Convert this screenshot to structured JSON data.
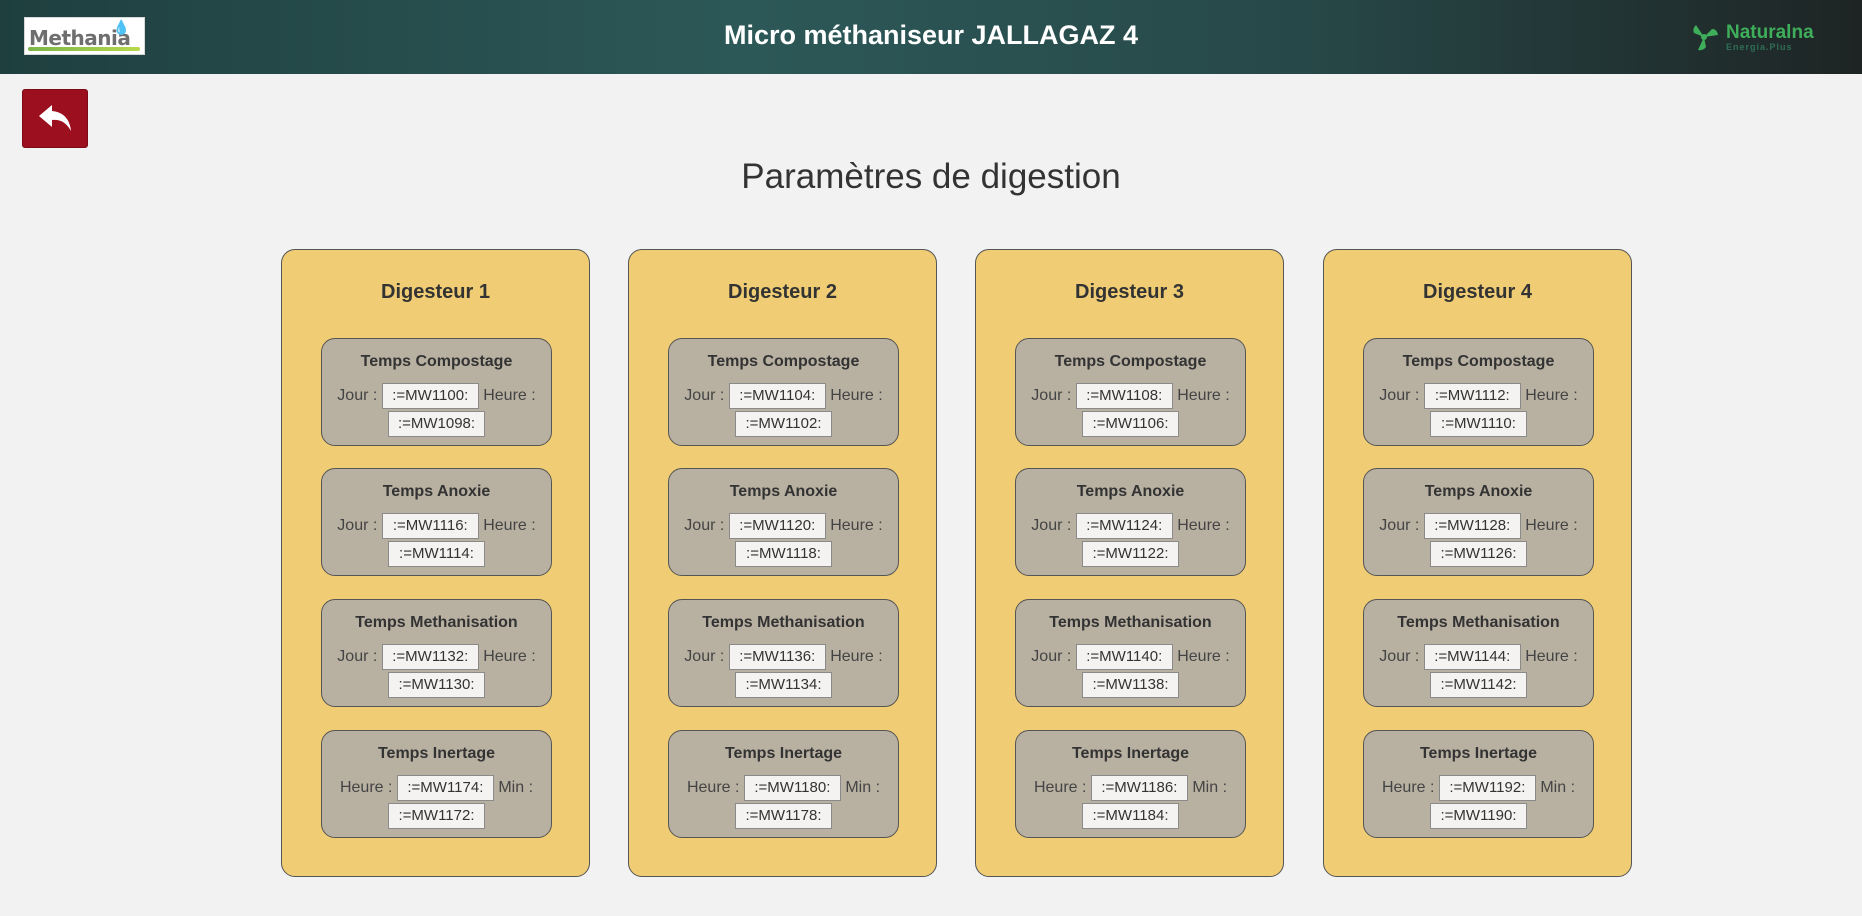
{
  "header": {
    "title": "Micro méthaniseur JALLAGAZ 4",
    "left_logo": {
      "name": "methania-logo",
      "text": "Methania"
    },
    "right_logo": {
      "name": "naturalna-logo",
      "brand": "Naturalna",
      "tagline": "Energia.Plus"
    },
    "accent_color": "#3fae5a"
  },
  "back_button": {
    "icon": "back-arrow-icon",
    "color": "#9c0f1f"
  },
  "page_title": "Paramètres de digestion",
  "digesters": [
    {
      "title": "Digesteur 1",
      "params": [
        {
          "title": "Temps Compostage",
          "label1": "Jour :",
          "value1": ":=MW1100:",
          "label2": "Heure :",
          "value2": ":=MW1098:"
        },
        {
          "title": "Temps Anoxie",
          "label1": "Jour :",
          "value1": ":=MW1116:",
          "label2": "Heure :",
          "value2": ":=MW1114:"
        },
        {
          "title": "Temps Methanisation",
          "label1": "Jour :",
          "value1": ":=MW1132:",
          "label2": "Heure :",
          "value2": ":=MW1130:"
        },
        {
          "title": "Temps Inertage",
          "label1": "Heure :",
          "value1": ":=MW1174:",
          "label2": "Min :",
          "value2": ":=MW1172:"
        }
      ]
    },
    {
      "title": "Digesteur 2",
      "params": [
        {
          "title": "Temps Compostage",
          "label1": "Jour :",
          "value1": ":=MW1104:",
          "label2": "Heure :",
          "value2": ":=MW1102:"
        },
        {
          "title": "Temps Anoxie",
          "label1": "Jour :",
          "value1": ":=MW1120:",
          "label2": "Heure :",
          "value2": ":=MW1118:"
        },
        {
          "title": "Temps Methanisation",
          "label1": "Jour :",
          "value1": ":=MW1136:",
          "label2": "Heure :",
          "value2": ":=MW1134:"
        },
        {
          "title": "Temps Inertage",
          "label1": "Heure :",
          "value1": ":=MW1180:",
          "label2": "Min :",
          "value2": ":=MW1178:"
        }
      ]
    },
    {
      "title": "Digesteur 3",
      "params": [
        {
          "title": "Temps Compostage",
          "label1": "Jour :",
          "value1": ":=MW1108:",
          "label2": "Heure :",
          "value2": ":=MW1106:"
        },
        {
          "title": "Temps Anoxie",
          "label1": "Jour :",
          "value1": ":=MW1124:",
          "label2": "Heure :",
          "value2": ":=MW1122:"
        },
        {
          "title": "Temps Methanisation",
          "label1": "Jour :",
          "value1": ":=MW1140:",
          "label2": "Heure :",
          "value2": ":=MW1138:"
        },
        {
          "title": "Temps Inertage",
          "label1": "Heure :",
          "value1": ":=MW1186:",
          "label2": "Min :",
          "value2": ":=MW1184:"
        }
      ]
    },
    {
      "title": "Digesteur 4",
      "params": [
        {
          "title": "Temps Compostage",
          "label1": "Jour :",
          "value1": ":=MW1112:",
          "label2": "Heure :",
          "value2": ":=MW1110:"
        },
        {
          "title": "Temps Anoxie",
          "label1": "Jour :",
          "value1": ":=MW1128:",
          "label2": "Heure :",
          "value2": ":=MW1126:"
        },
        {
          "title": "Temps Methanisation",
          "label1": "Jour :",
          "value1": ":=MW1144:",
          "label2": "Heure :",
          "value2": ":=MW1142:"
        },
        {
          "title": "Temps Inertage",
          "label1": "Heure :",
          "value1": ":=MW1192:",
          "label2": "Min :",
          "value2": ":=MW1190:"
        }
      ]
    }
  ]
}
